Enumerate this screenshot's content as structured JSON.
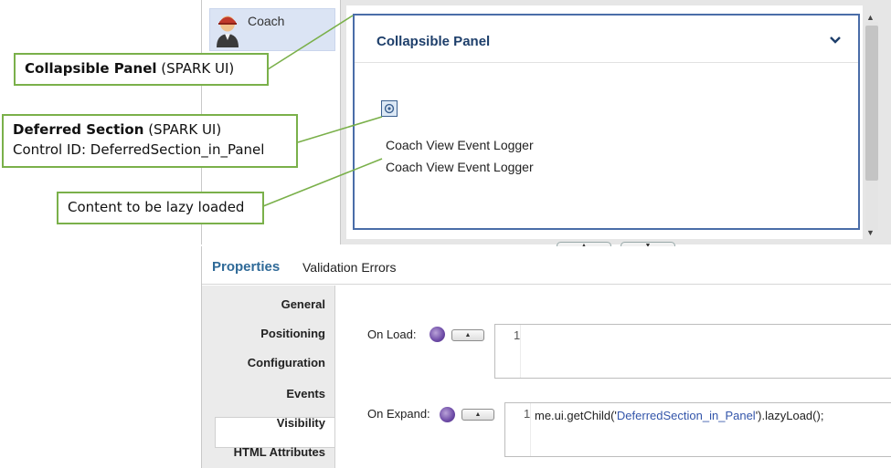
{
  "palette": {
    "coach_label": "Coach"
  },
  "canvas": {
    "panel_title": "Collapsible Panel",
    "logger_items": [
      "Coach View Event Logger",
      "Coach View Event Logger"
    ]
  },
  "properties": {
    "tabs": [
      "Properties",
      "Validation Errors"
    ],
    "sidebar_items": [
      "General",
      "Positioning",
      "Configuration",
      "Events",
      "Visibility",
      "HTML Attributes"
    ],
    "selected_sidebar_item": "Events",
    "events": {
      "on_load_label": "On Load:",
      "on_load_line": "1",
      "on_expand_label": "On Expand:",
      "on_expand_line": "1",
      "on_expand_code_prefix": "me.ui.getChild('",
      "on_expand_code_string": "DeferredSection_in_Panel",
      "on_expand_code_suffix": "').lazyLoad();"
    }
  },
  "callouts": {
    "panel_bold": "Collapsible Panel",
    "panel_rest": " (SPARK UI)",
    "deferred_bold": "Deferred Section",
    "deferred_rest": " (SPARK UI)",
    "deferred_line2": "Control ID: DeferredSection_in_Panel",
    "content": "Content to be lazy loaded"
  },
  "colors": {
    "panel_border": "#4a6da8",
    "callout_border": "#7ab04a",
    "properties_tab": "#2f6a98"
  }
}
